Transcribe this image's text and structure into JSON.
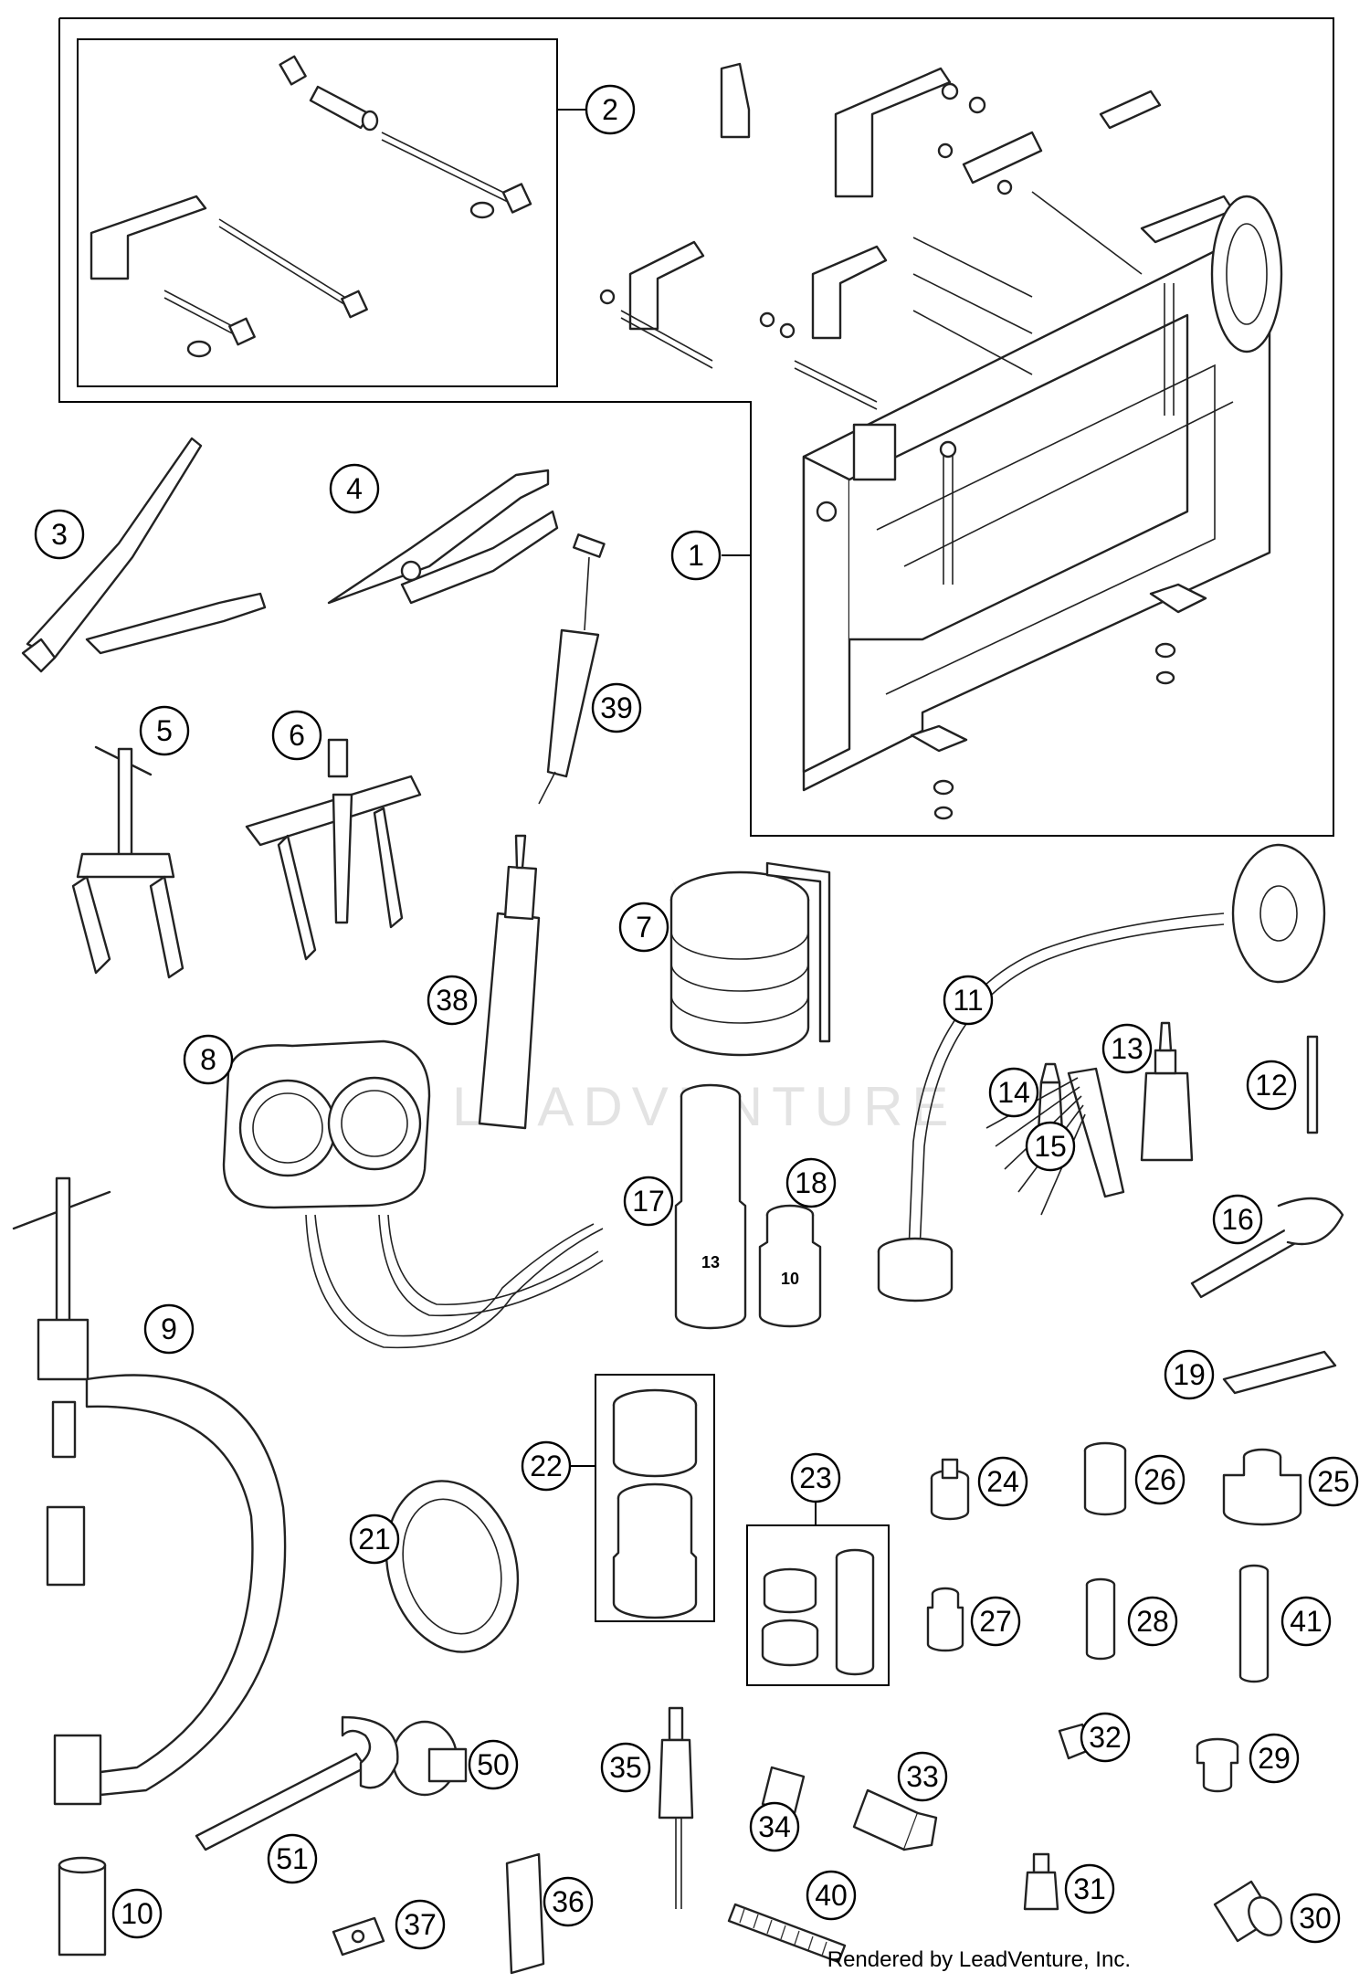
{
  "watermark": "LEADVENTURE",
  "credit": "Rendered by LeadVenture, Inc.",
  "socket_labels": {
    "17": "13",
    "18": "10"
  },
  "callouts": [
    "1",
    "2",
    "3",
    "4",
    "5",
    "6",
    "7",
    "8",
    "9",
    "10",
    "11",
    "12",
    "13",
    "14",
    "15",
    "16",
    "17",
    "18",
    "19",
    "21",
    "22",
    "23",
    "24",
    "25",
    "26",
    "27",
    "28",
    "29",
    "30",
    "31",
    "32",
    "33",
    "34",
    "35",
    "36",
    "37",
    "38",
    "39",
    "40",
    "41",
    "50",
    "51"
  ]
}
